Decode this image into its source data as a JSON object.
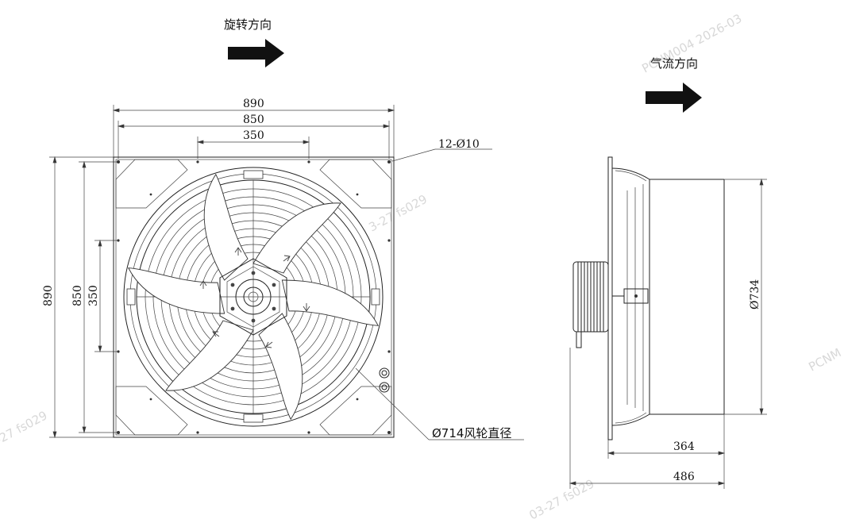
{
  "labels": {
    "rotation_direction": "旋转方向",
    "airflow_direction": "气流方向",
    "holes": "12-Ø10",
    "impeller_diameter": "Ø714风轮直径"
  },
  "dimensions": {
    "front_width_outer": "890",
    "front_width_holes": "850",
    "front_width_inner": "350",
    "front_height_outer": "890",
    "front_height_holes": "850",
    "front_height_inner": "350",
    "side_diameter": "Ø734",
    "side_depth_guard": "364",
    "side_depth_total": "486"
  },
  "watermarks": [
    "PCNM004  2026-03",
    "PCNM",
    "3-27  fs029",
    "-27  fs029",
    "03-27  fs029"
  ],
  "colors": {
    "line": "#222222",
    "arrow": "#111111",
    "watermark": "#d8d8d8"
  }
}
